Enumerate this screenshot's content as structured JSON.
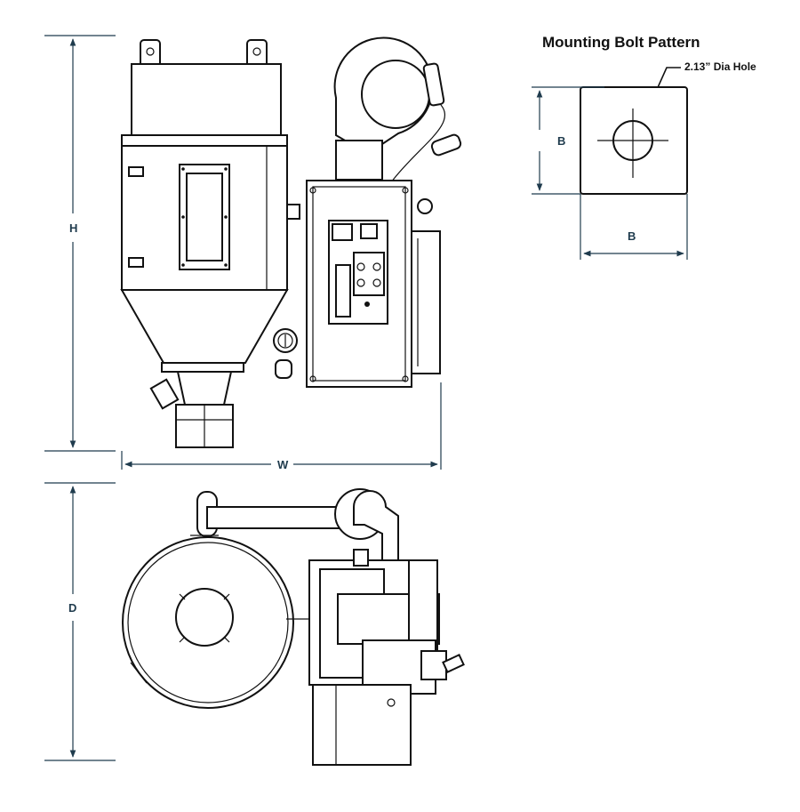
{
  "dimensions": {
    "height_label": "H",
    "width_label": "W",
    "depth_label": "D"
  },
  "bolt_pattern": {
    "title": "Mounting Bolt Pattern",
    "hole_note": "2.13” Dia Hole",
    "side_label": "B",
    "bottom_label": "B"
  },
  "colors": {
    "dimension_line": "#1f3b4d",
    "line_art": "#111111"
  }
}
